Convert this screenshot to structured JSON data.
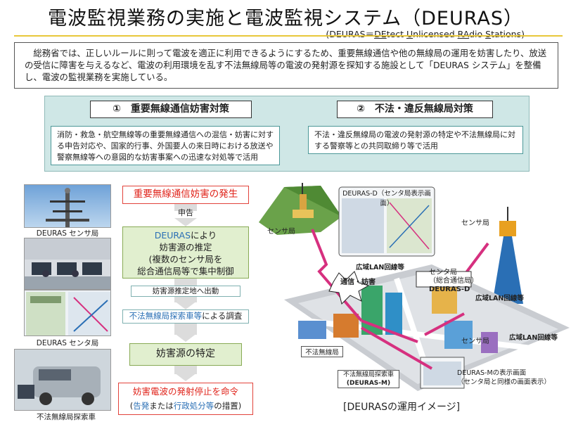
{
  "header": {
    "title": "電波監視業務の実施と電波監視システム（DEURAS）",
    "subtitle_prefix": "(DEURAS＝",
    "subtitle_parts": [
      "DE",
      "tect ",
      "U",
      "nlicensed ",
      "RA",
      "dio ",
      "S",
      "tations)"
    ]
  },
  "intro": {
    "text": "　総務省では、正しいルールに則って電波を適正に利用できるようにするため、重要無線通信や他の無線局の運用を妨害したり、放送の受信に障害を与えるなど、電波の利用環境を乱す不法無線局等の電波の発射源を探知する施設として「DEURAS システム」を整備し、電波の監視業務を実施している。"
  },
  "policies": [
    {
      "title": "①　重要無線通信妨害対策",
      "body": "消防・救急・航空無線等の重要無線通信への混信・妨害に対する申告対応や、国家的行事、外国要人の来日時における放送や警察無線等への意図的な妨害事案への迅速な対処等で活用"
    },
    {
      "title": "②　不法・違反無線局対策",
      "body": "不法・違反無線局の電波の発射源の特定や不法無線局に対する警察等との共同取締り等で活用"
    }
  ],
  "photos": {
    "sensor_caption": "DEURAS センサ局",
    "center_caption": "DEURAS センタ局",
    "vehicle_caption": "不法無線局探索車"
  },
  "flow": {
    "step1": "重要無線通信妨害の発生",
    "label1": "申告",
    "step2_l1_a": "DEURAS",
    "step2_l1_b": "により",
    "step2_l2": "妨害源の推定",
    "step2_l3": "(複数のセンサ局を",
    "step2_l4": "総合通信局等で集中制御",
    "label2": "妨害源推定地へ出動",
    "step3_a": "不法無線局探索車等",
    "step3_b": "による調査",
    "step4": "妨害源の特定",
    "step5_l1": "妨害電波の発射停止を命令",
    "step5_l2_a": "(",
    "step5_l2_b": "告発",
    "step5_l2_c": "または",
    "step5_l2_d": "行政処分等",
    "step5_l2_e": "の措置)"
  },
  "diagram": {
    "screen_title": "DEURAS-D（センタ局表示画面）",
    "sensor_hill": "センサ局",
    "sensor_tower": "センサ局",
    "wan1": "広域LAN回線等",
    "wan2": "広域LAN回線等",
    "wan3": "広域LAN回線等",
    "center_l1": "センタ局",
    "center_l2": "（総合通信局）",
    "center_l3": "DEURAS-D",
    "interference": "通信・妨害",
    "illegal_station": "不法無線局",
    "sensor_city": "センサ局",
    "vehicle_l1": "不法無線局探索車",
    "vehicle_l2": "(DEURAS-M)",
    "m_screen_l1": "DEURAS-Mの表示画面",
    "m_screen_l2": "（センタ局と同様の画面表示）",
    "caption": "[DEURASの運用イメージ]"
  },
  "colors": {
    "accent_red": "#e0241b",
    "accent_blue": "#2a6fb5",
    "teal_bg": "#cfe7e6",
    "magenta": "#d6307f"
  }
}
